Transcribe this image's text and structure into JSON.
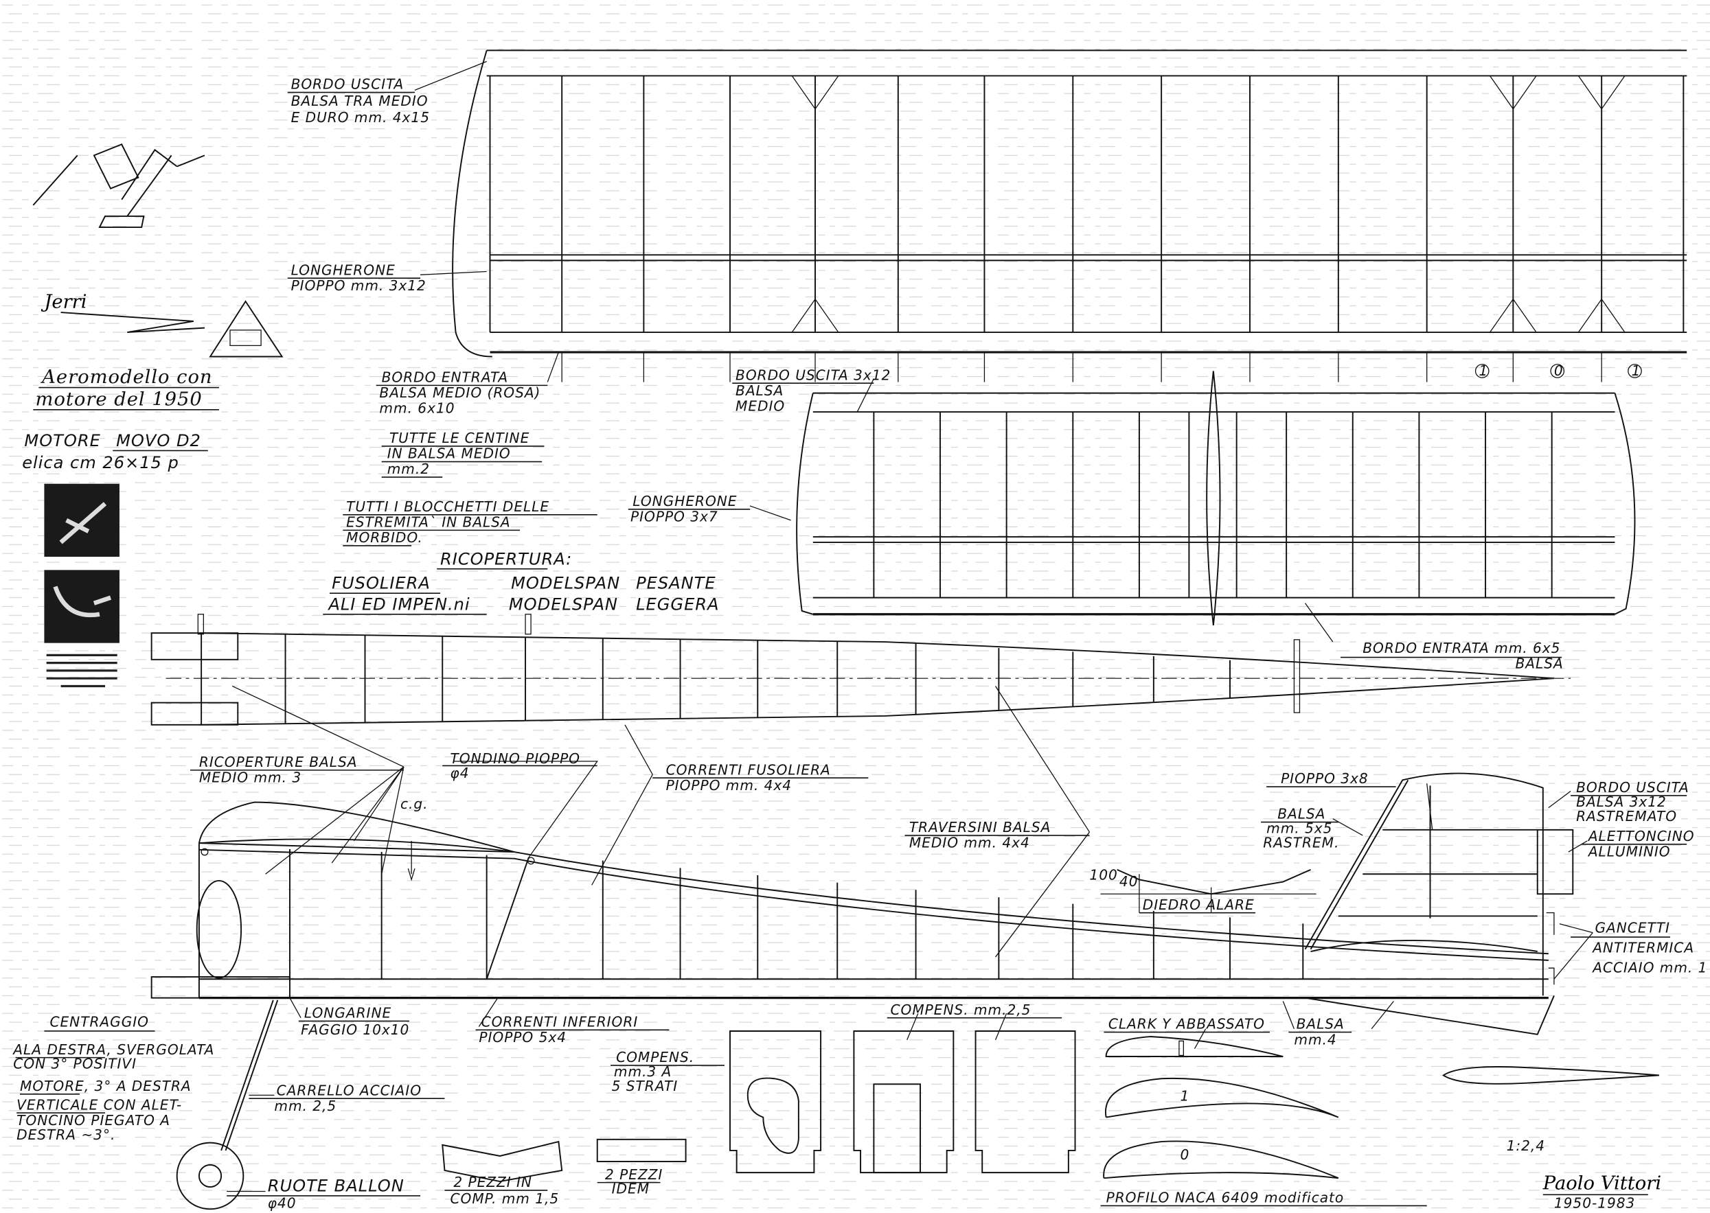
{
  "title": {
    "logo": "Jerri",
    "subtitle_line1": "Aeromodello con",
    "subtitle_line2": "motore del 1950",
    "engine_label": "MOTORE",
    "engine_model": "MOVO D2",
    "propeller": "elica cm 26×15 p"
  },
  "wing": {
    "trailing_edge": [
      "BORDO USCITA",
      "BALSA TRA MEDIO",
      "E DURO mm. 4x15"
    ],
    "spar": [
      "LONGHERONE",
      "PIOPPO mm. 3x12"
    ],
    "leading_edge": [
      "BORDO ENTRATA",
      "BALSA MEDIO (ROSA)",
      "mm. 6x10"
    ],
    "rib_markers": [
      "1",
      "0",
      "1"
    ]
  },
  "notes": {
    "ribs": [
      "TUTTE LE CENTINE",
      "IN BALSA MEDIO",
      "mm.2"
    ],
    "tips": [
      "TUTTI I BLOCCHETTI DELLE",
      "ESTREMITA` IN BALSA",
      "MORBIDO."
    ],
    "covering_title": "RICOPERTURA:",
    "covering_rows": [
      {
        "part": "FUSOLIERA",
        "material": "MODELSPAN",
        "weight": "PESANTE"
      },
      {
        "part": "ALI ED IMPEN.ni",
        "material": "MODELSPAN",
        "weight": "LEGGERA"
      }
    ]
  },
  "stabilizer": {
    "trailing_edge": [
      "BORDO USCITA 3x12",
      "BALSA",
      "MEDIO"
    ],
    "spar": [
      "LONGHERONE",
      "PIOPPO 3x7"
    ],
    "leading_edge": [
      "BORDO ENTRATA mm. 6x5",
      "BALSA"
    ]
  },
  "fuselage": {
    "sheeting": [
      "RICOPERTURE BALSA",
      "MEDIO mm. 3"
    ],
    "dowel": [
      "TONDINO PIOPPO",
      "φ4"
    ],
    "longerons": [
      "CORRENTI FUSOLIERA",
      "PIOPPO mm. 4x4"
    ],
    "cg": "c.g.",
    "cross_pieces": [
      "TRAVERSINI BALSA",
      "MEDIO mm. 4x4"
    ],
    "rails": [
      "LONGARINE",
      "FAGGIO 10x10"
    ],
    "lower_longerons": [
      "CORRENTI INFERIORI",
      "PIOPPO 5x4"
    ],
    "landing_gear": [
      "CARRELLO ACCIAIO",
      "mm. 2,5"
    ],
    "wheels": [
      "RUOTE BALLON",
      "φ40"
    ]
  },
  "fin": {
    "spar": "PIOPPO 3x8",
    "leading_edge": [
      "BALSA",
      "mm. 5x5",
      "RASTREM."
    ],
    "trailing_edge": [
      "BORDO USCITA",
      "BALSA 3x12",
      "RASTREMATO"
    ],
    "tab": [
      "ALETTONCINO",
      "ALLUMINIO"
    ],
    "hooks": [
      "GANCETTI",
      "ANTITERMICA",
      "ACCIAIO mm. 1"
    ],
    "lower_fin": [
      "BALSA",
      "mm.4"
    ]
  },
  "dihedral": {
    "label": "DIEDRO ALARE",
    "dim_outer": "100",
    "dim_inner": "40"
  },
  "trim": {
    "title": "CENTRAGGIO",
    "lines": [
      "ALA DESTRA, SVERGOLATA",
      "CON 3° POSITIVI",
      "MOTORE, 3° A DESTRA",
      "VERTICALE CON ALET-",
      "TONCINO PIEGATO A",
      "DESTRA ~3°."
    ]
  },
  "parts": {
    "plywood_3": [
      "COMPENS.",
      "mm.3 A",
      "5 STRATI"
    ],
    "plywood_25": "COMPENS. mm.2,5",
    "pieces_a": [
      "2 PEZZI IN",
      "COMP. mm 1,5"
    ],
    "pieces_b": [
      "2 PEZZI",
      "IDEM"
    ]
  },
  "airfoils": {
    "tail": "CLARK Y ABBASSATO",
    "profile": "PROFILO NACA 6409 modificato",
    "rib_numbers": [
      "1",
      "0"
    ]
  },
  "footer": {
    "scale": "1:2,4",
    "signature": "Paolo Vittori",
    "years": "1950-1983"
  }
}
